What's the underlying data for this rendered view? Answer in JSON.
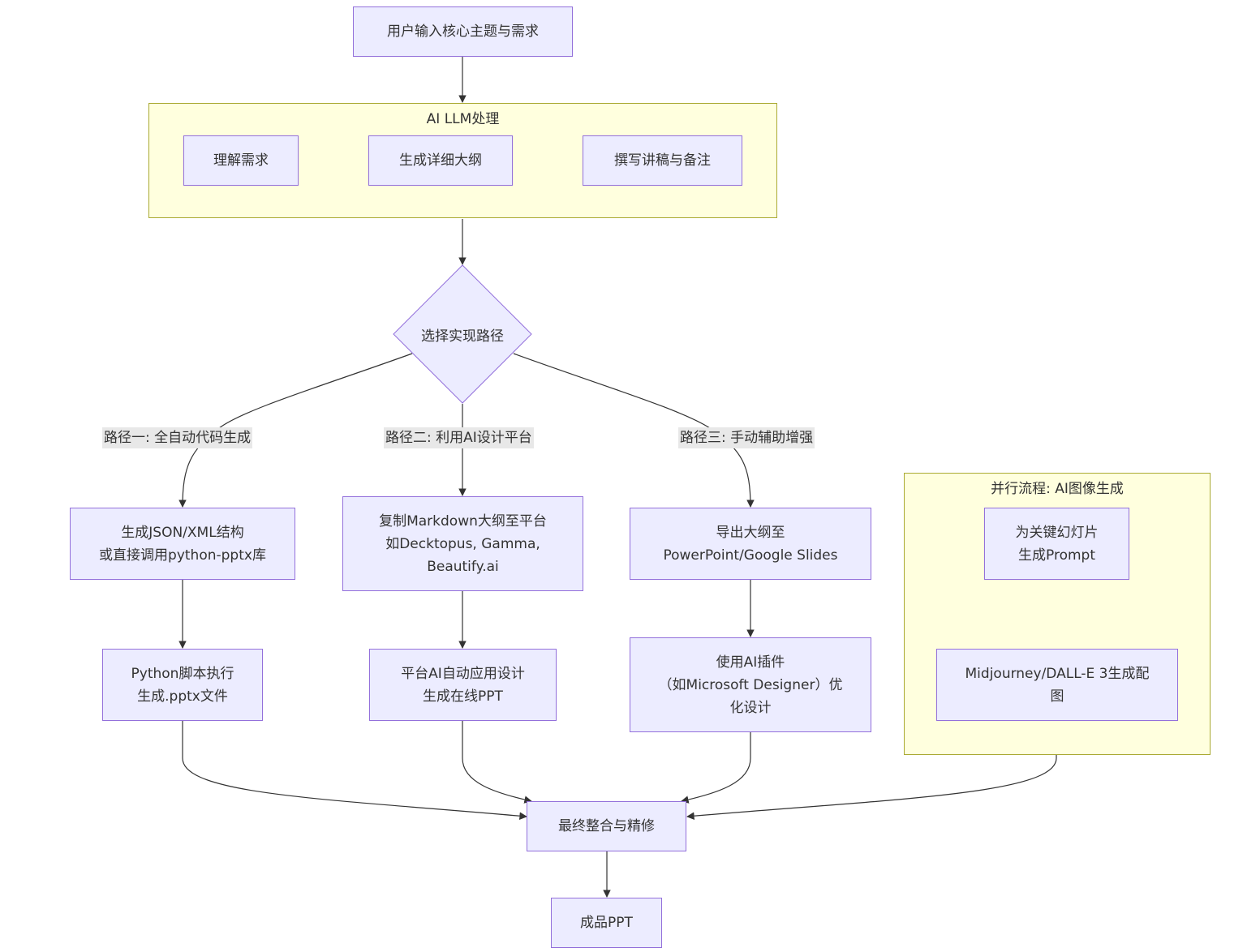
{
  "clusters": {
    "llm": {
      "title": "AI LLM处理"
    },
    "parallel": {
      "title": "并行流程: AI图像生成"
    }
  },
  "nodes": {
    "start": "用户输入核心主题与需求",
    "understand": "理解需求",
    "outline": "生成详细大纲",
    "script": "撰写讲稿与备注",
    "decision": "选择实现路径",
    "gen_json": "生成JSON/XML结构\n或直接调用python-pptx库",
    "python_exec": "Python脚本执行\n生成.pptx文件",
    "copy_md": "复制Markdown大纲至平台\n如Decktopus, Gamma,\nBeautify.ai",
    "platform_ai": "平台AI自动应用设计\n生成在线PPT",
    "export": "导出大纲至\nPowerPoint/Google Slides",
    "plugin": "使用AI插件\n（如Microsoft Designer）优\n化设计",
    "prompt": "为关键幻灯片\n生成Prompt",
    "midjourney": "Midjourney/DALL-E 3生成配\n图",
    "final": "最终整合与精修",
    "product": "成品PPT"
  },
  "edge_labels": {
    "path1": "路径一: 全自动代码生成",
    "path2": "路径二: 利用AI设计平台",
    "path3": "路径三: 手动辅助增强"
  },
  "colors": {
    "node_fill": "#ececff",
    "node_stroke": "#9370db",
    "cluster_fill": "#ffffde",
    "cluster_stroke": "#aaaa33",
    "edge": "#333333",
    "edge_label_bg": "#e8e8e8"
  }
}
